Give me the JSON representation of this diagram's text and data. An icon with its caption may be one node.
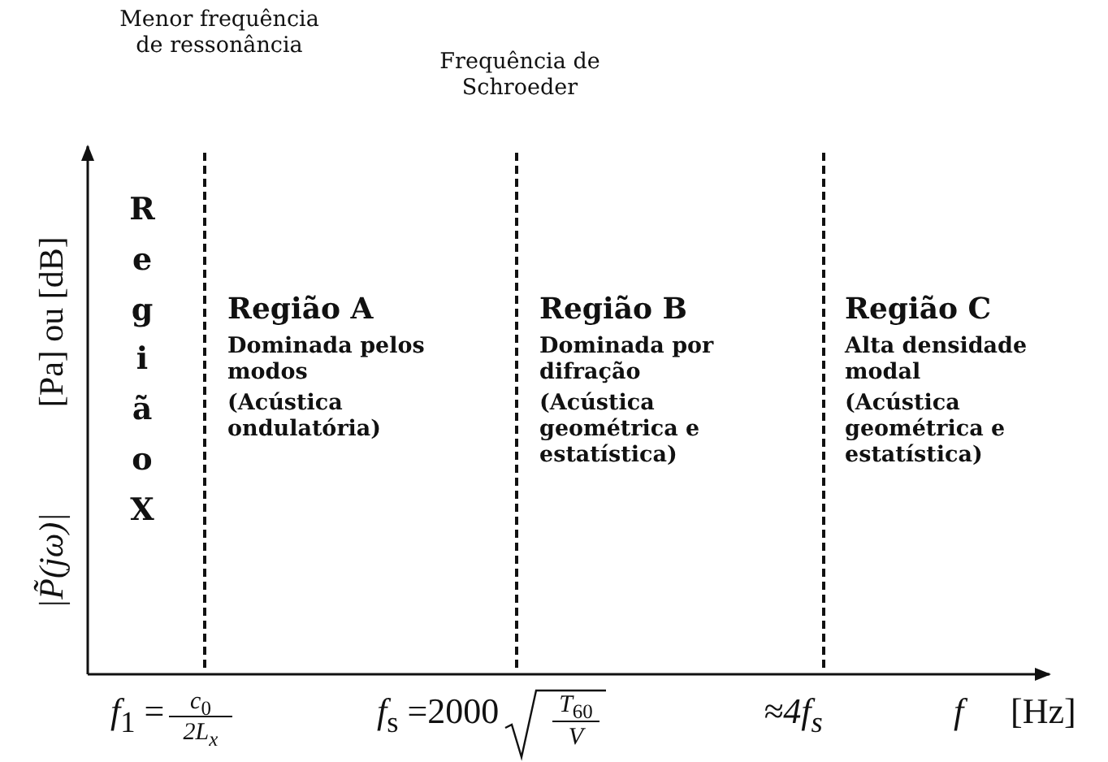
{
  "diagram": {
    "labels": [
      "Menor frequência de ressonância",
      "Frequência de Schroeder",
      "|P̃(jω)|",
      "[Pa] ou [dB]",
      "Região X",
      "Região A",
      "Dominada pelos modos",
      "(Acústica ondulatória)",
      "Região B",
      "Dominada por difração",
      "(Acústica geométrica e estatística)",
      "Região C",
      "Alta densidade modal",
      "(Acústica geométrica e estatística)",
      "*f*$_{1}$ =",
      "*c*$_{0}$",
      "2L$_{x}$",
      "*f*$_{s}$ =2000",
      "*T*$_{60}$",
      "*V*",
      "≈4f$_{s}$",
      "*f*",
      "[Hz]"
    ]
  }
}
